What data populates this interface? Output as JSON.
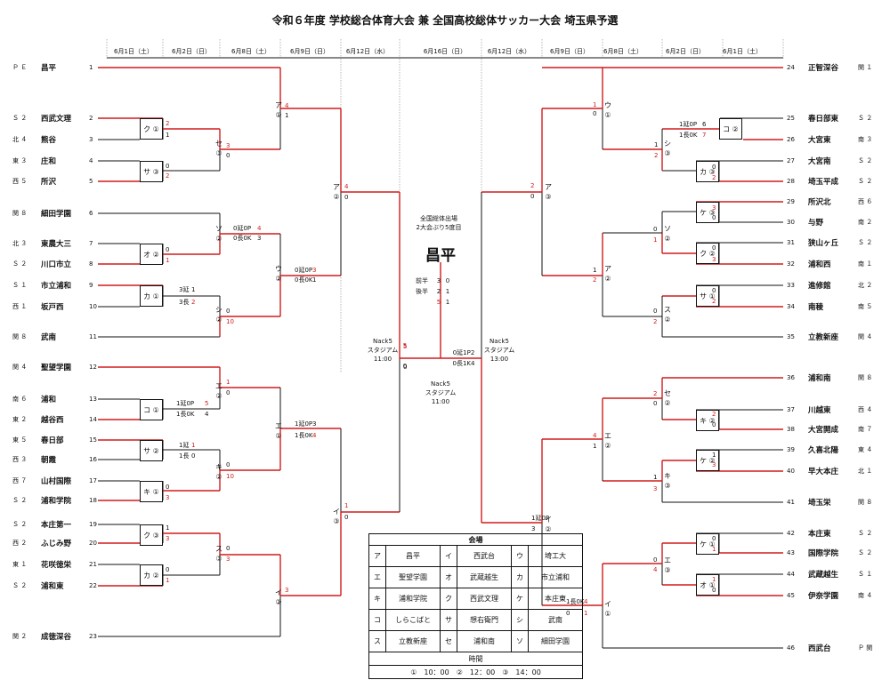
{
  "title": "令和６年度 学校総合体育大会 兼 全国高校総体サッカー大会 埼玉県予選",
  "dates": [
    {
      "label": "6月1日（土）",
      "side": "L",
      "col": 0
    },
    {
      "label": "6月2日（日）",
      "side": "L",
      "col": 1
    },
    {
      "label": "6月8日（土）",
      "side": "L",
      "col": 2
    },
    {
      "label": "6月9日（日）",
      "side": "L",
      "col": 3
    },
    {
      "label": "6月12日（水）",
      "side": "L",
      "col": 4
    },
    {
      "label": "6月16日（日）",
      "side": "C",
      "col": 5
    },
    {
      "label": "6月12日（水）",
      "side": "R",
      "col": 4
    },
    {
      "label": "6月9日（日）",
      "side": "R",
      "col": 3
    },
    {
      "label": "6月8日（土）",
      "side": "R",
      "col": 2
    },
    {
      "label": "6月2日（日）",
      "side": "R",
      "col": 1
    },
    {
      "label": "6月1日（土）",
      "side": "R",
      "col": 0
    }
  ],
  "left_teams": [
    {
      "num": "1",
      "seed": "Ｐ Ｅ",
      "name": "昌平"
    },
    {
      "num": "2",
      "seed": "Ｓ ２",
      "name": "西武文理"
    },
    {
      "num": "3",
      "seed": "北 ４",
      "name": "熊谷"
    },
    {
      "num": "4",
      "seed": "東 ３",
      "name": "庄和"
    },
    {
      "num": "5",
      "seed": "西 ５",
      "name": "所沢"
    },
    {
      "num": "6",
      "seed": "関 ８",
      "name": "細田学園"
    },
    {
      "num": "7",
      "seed": "北 ３",
      "name": "東農大三"
    },
    {
      "num": "8",
      "seed": "Ｓ ２",
      "name": "川口市立"
    },
    {
      "num": "9",
      "seed": "Ｓ １",
      "name": "市立浦和"
    },
    {
      "num": "10",
      "seed": "西 １",
      "name": "坂戸西"
    },
    {
      "num": "11",
      "seed": "関 ８",
      "name": "武南"
    },
    {
      "num": "12",
      "seed": "関 ４",
      "name": "聖望学園"
    },
    {
      "num": "13",
      "seed": "南 ６",
      "name": "浦和"
    },
    {
      "num": "14",
      "seed": "東 ２",
      "name": "越谷西"
    },
    {
      "num": "15",
      "seed": "東 ５",
      "name": "春日部"
    },
    {
      "num": "16",
      "seed": "西 ３",
      "name": "朝霞"
    },
    {
      "num": "17",
      "seed": "西 ７",
      "name": "山村国際"
    },
    {
      "num": "18",
      "seed": "Ｓ ２",
      "name": "浦和学院"
    },
    {
      "num": "19",
      "seed": "Ｓ ２",
      "name": "本庄第一"
    },
    {
      "num": "20",
      "seed": "西 ２",
      "name": "ふじみ野"
    },
    {
      "num": "21",
      "seed": "東 １",
      "name": "花咲徳栄"
    },
    {
      "num": "22",
      "seed": "Ｓ ２",
      "name": "浦和東"
    },
    {
      "num": "23",
      "seed": "関 ２",
      "name": "成徳深谷"
    }
  ],
  "right_teams": [
    {
      "num": "24",
      "seed": "関 １",
      "name": "正智深谷"
    },
    {
      "num": "25",
      "seed": "Ｓ ２",
      "name": "春日部東"
    },
    {
      "num": "26",
      "seed": "南 ３",
      "name": "大宮東"
    },
    {
      "num": "27",
      "seed": "Ｓ ２",
      "name": "大宮南"
    },
    {
      "num": "28",
      "seed": "Ｓ ２",
      "name": "埼玉平成"
    },
    {
      "num": "29",
      "seed": "西 ６",
      "name": "所沢北"
    },
    {
      "num": "30",
      "seed": "南 ２",
      "name": "与野"
    },
    {
      "num": "31",
      "seed": "Ｓ ２",
      "name": "狭山ヶ丘"
    },
    {
      "num": "32",
      "seed": "南 １",
      "name": "浦和西"
    },
    {
      "num": "33",
      "seed": "北 ２",
      "name": "進修館"
    },
    {
      "num": "34",
      "seed": "南 ５",
      "name": "南稜"
    },
    {
      "num": "35",
      "seed": "関 ４",
      "name": "立教新座"
    },
    {
      "num": "36",
      "seed": "関 ８",
      "name": "浦和南"
    },
    {
      "num": "37",
      "seed": "西 ４",
      "name": "川越東"
    },
    {
      "num": "38",
      "seed": "南 ７",
      "name": "大宮開成"
    },
    {
      "num": "39",
      "seed": "東 ４",
      "name": "久喜北陽"
    },
    {
      "num": "40",
      "seed": "北 １",
      "name": "早大本庄"
    },
    {
      "num": "41",
      "seed": "関 ８",
      "name": "埼玉栄"
    },
    {
      "num": "42",
      "seed": "Ｓ ２",
      "name": "本庄東"
    },
    {
      "num": "43",
      "seed": "Ｓ ２",
      "name": "国際学院"
    },
    {
      "num": "44",
      "seed": "Ｓ １",
      "name": "武蔵越生"
    },
    {
      "num": "45",
      "seed": "南 ４",
      "name": "伊奈学園"
    },
    {
      "num": "46",
      "seed": "Ｐ 関",
      "name": "西武台"
    }
  ],
  "match_boxes": [
    {
      "id": "L-ku",
      "label": "ク ①"
    },
    {
      "id": "L-sa",
      "label": "サ ③"
    },
    {
      "id": "L-o",
      "label": "オ ②"
    },
    {
      "id": "L-ka",
      "label": "カ ①"
    },
    {
      "id": "L-ko",
      "label": "コ ①"
    },
    {
      "id": "L-sa2",
      "label": "サ ②"
    },
    {
      "id": "L-ki",
      "label": "キ ①"
    },
    {
      "id": "L-ku2",
      "label": "ク ③"
    },
    {
      "id": "L-ka2",
      "label": "カ ②"
    },
    {
      "id": "R-ko",
      "label": "コ ②"
    },
    {
      "id": "R-ka",
      "label": "カ ③"
    },
    {
      "id": "R-ke",
      "label": "ケ ③"
    },
    {
      "id": "R-ku",
      "label": "ク ②"
    },
    {
      "id": "R-sa",
      "label": "サ ①"
    },
    {
      "id": "R-ki",
      "label": "キ ②"
    },
    {
      "id": "R-ke2",
      "label": "ケ ②"
    },
    {
      "id": "R-ke3",
      "label": "ケ ①"
    },
    {
      "id": "R-o",
      "label": "オ ①"
    }
  ],
  "match_labels": [
    {
      "id": "L-se",
      "label": "セ\n③"
    },
    {
      "id": "L-a",
      "label": "ア\n①"
    },
    {
      "id": "L-so",
      "label": "ソ\n②"
    },
    {
      "id": "L-shi",
      "label": "シ\n②"
    },
    {
      "id": "L-u",
      "label": "ウ\n②"
    },
    {
      "id": "L-a2",
      "label": "ア\n②"
    },
    {
      "id": "L-e",
      "label": "エ\n②"
    },
    {
      "id": "L-ki2",
      "label": "キ\n②"
    },
    {
      "id": "L-e2",
      "label": "エ\n①"
    },
    {
      "id": "L-su",
      "label": "ス\n③"
    },
    {
      "id": "L-i",
      "label": "イ\n②"
    },
    {
      "id": "L-i2",
      "label": "イ\n③"
    },
    {
      "id": "R-u",
      "label": "ウ\n①"
    },
    {
      "id": "R-shi",
      "label": "シ\n③"
    },
    {
      "id": "R-so",
      "label": "ソ\n②"
    },
    {
      "id": "R-su",
      "label": "ス\n②"
    },
    {
      "id": "R-a",
      "label": "ア\n②"
    },
    {
      "id": "R-a2",
      "label": "ア\n③"
    },
    {
      "id": "R-se",
      "label": "セ\n②"
    },
    {
      "id": "R-ki",
      "label": "キ\n③"
    },
    {
      "id": "R-e",
      "label": "エ\n②"
    },
    {
      "id": "R-e2",
      "label": "エ\n③"
    },
    {
      "id": "R-i",
      "label": "イ\n①"
    },
    {
      "id": "R-i2",
      "label": "イ\n②"
    }
  ],
  "scores": [
    {
      "t": "4",
      "red": true
    },
    {
      "t": "1",
      "red": false
    },
    {
      "t": "2",
      "red": true
    },
    {
      "t": "1",
      "red": false
    },
    {
      "t": "3",
      "red": true
    },
    {
      "t": "0",
      "red": false
    },
    {
      "t": "0",
      "red": false
    },
    {
      "t": "2",
      "red": true
    },
    {
      "t": "4",
      "red": true
    },
    {
      "t": "0",
      "red": false
    },
    {
      "t": "0延0P",
      "red": false
    },
    {
      "t": "4",
      "red": true
    },
    {
      "t": "0長0K",
      "red": false
    },
    {
      "t": "3",
      "red": false
    },
    {
      "t": "0",
      "red": false
    },
    {
      "t": "1",
      "red": true
    },
    {
      "t": "0延0P",
      "red": false
    },
    {
      "t": "3",
      "red": true
    },
    {
      "t": "0長0K",
      "red": false
    },
    {
      "t": "1",
      "red": false
    },
    {
      "t": "3延",
      "red": false
    },
    {
      "t": "1",
      "red": false
    },
    {
      "t": "3長",
      "red": false
    },
    {
      "t": "2",
      "red": true
    },
    {
      "t": "0",
      "red": false
    },
    {
      "t": "10",
      "red": true
    },
    {
      "t": "5",
      "red": true
    },
    {
      "t": "0",
      "red": false
    },
    {
      "t": "1",
      "red": true
    },
    {
      "t": "0",
      "red": false
    },
    {
      "t": "1延0P",
      "red": false
    },
    {
      "t": "5",
      "red": true
    },
    {
      "t": "1長0K",
      "red": false
    },
    {
      "t": "4",
      "red": false
    },
    {
      "t": "1延0P",
      "red": false
    },
    {
      "t": "3",
      "red": false
    },
    {
      "t": "1長0K",
      "red": false
    },
    {
      "t": "4",
      "red": true
    },
    {
      "t": "1延",
      "red": false
    },
    {
      "t": "1",
      "red": true
    },
    {
      "t": "1長",
      "red": false
    },
    {
      "t": "0",
      "red": false
    },
    {
      "t": "0",
      "red": false
    },
    {
      "t": "3",
      "red": true
    },
    {
      "t": "0",
      "red": false
    },
    {
      "t": "10",
      "red": true
    },
    {
      "t": "1",
      "red": false
    },
    {
      "t": "3",
      "red": true
    },
    {
      "t": "0",
      "red": false
    },
    {
      "t": "3",
      "red": true
    },
    {
      "t": "0",
      "red": false
    },
    {
      "t": "1",
      "red": true
    },
    {
      "t": "1",
      "red": true
    },
    {
      "t": "0",
      "red": false
    },
    {
      "t": "3",
      "red": true
    },
    {
      "t": "1",
      "red": true
    },
    {
      "t": "0",
      "red": false
    },
    {
      "t": "2",
      "red": true
    },
    {
      "t": "0",
      "red": false
    },
    {
      "t": "1延0P",
      "red": false
    },
    {
      "t": "6",
      "red": false
    },
    {
      "t": "1長0K",
      "red": false
    },
    {
      "t": "7",
      "red": true
    },
    {
      "t": "1",
      "red": false
    },
    {
      "t": "2",
      "red": true
    },
    {
      "t": "0",
      "red": false
    },
    {
      "t": "2",
      "red": true
    },
    {
      "t": "3",
      "red": true
    },
    {
      "t": "0",
      "red": false
    },
    {
      "t": "0",
      "red": false
    },
    {
      "t": "1",
      "red": true
    },
    {
      "t": "0",
      "red": false
    },
    {
      "t": "3",
      "red": true
    },
    {
      "t": "1",
      "red": false
    },
    {
      "t": "2",
      "red": true
    },
    {
      "t": "0",
      "red": false
    },
    {
      "t": "2",
      "red": true
    },
    {
      "t": "0",
      "red": false
    },
    {
      "t": "2",
      "red": true
    },
    {
      "t": "2",
      "red": true
    },
    {
      "t": "0",
      "red": false
    },
    {
      "t": "2",
      "red": true
    },
    {
      "t": "0",
      "red": false
    },
    {
      "t": "4",
      "red": true
    },
    {
      "t": "1",
      "red": false
    },
    {
      "t": "1",
      "red": false
    },
    {
      "t": "3",
      "red": true
    },
    {
      "t": "1",
      "red": false
    },
    {
      "t": "3",
      "red": true
    },
    {
      "t": "0",
      "red": false
    },
    {
      "t": "1",
      "red": true
    },
    {
      "t": "0",
      "red": false
    },
    {
      "t": "4",
      "red": true
    },
    {
      "t": "1",
      "red": true
    },
    {
      "t": "0",
      "red": false
    },
    {
      "t": "1延0P",
      "red": false
    },
    {
      "t": "3",
      "red": false
    },
    {
      "t": "1長0K",
      "red": false
    },
    {
      "t": "4",
      "red": true
    },
    {
      "t": "0",
      "red": false
    },
    {
      "t": "1",
      "red": true
    }
  ],
  "final": {
    "venue_left": "Nack5\nスタジアム\n11:00",
    "venue_right": "Nack5\nスタジアム\n13:00",
    "venue_center": "Nack5\nスタジアム\n11:00",
    "left_score": "5",
    "left_bottom": "0",
    "right_pk1": "0延1P2",
    "right_pk2": "0長1K4",
    "champ_note": "全国総体出場\n2大会ぶり5度目",
    "champ": "昌平",
    "h1": "前半",
    "h1_a": "3",
    "h1_b": "0",
    "h2": "後半",
    "h2_a": "2",
    "h2_b": "1",
    "total_a": "5",
    "total_b": "1"
  },
  "venues": {
    "header": "会場",
    "time_header": "時間",
    "rows": [
      [
        [
          "ア",
          "昌平"
        ],
        [
          "イ",
          "西武台"
        ],
        [
          "ウ",
          "埼工大"
        ]
      ],
      [
        [
          "エ",
          "聖望学園"
        ],
        [
          "オ",
          "武蔵越生"
        ],
        [
          "カ",
          "市立浦和"
        ]
      ],
      [
        [
          "キ",
          "浦和学院"
        ],
        [
          "ク",
          "西武文理"
        ],
        [
          "ケ",
          "本庄東"
        ]
      ],
      [
        [
          "コ",
          "しらこばと"
        ],
        [
          "サ",
          "想右衛門"
        ],
        [
          "シ",
          "武南"
        ]
      ],
      [
        [
          "ス",
          "立教新座"
        ],
        [
          "セ",
          "浦和南"
        ],
        [
          "ソ",
          "細田学園"
        ]
      ]
    ],
    "times": "①　10：00　②　12：00　③　14：00"
  }
}
